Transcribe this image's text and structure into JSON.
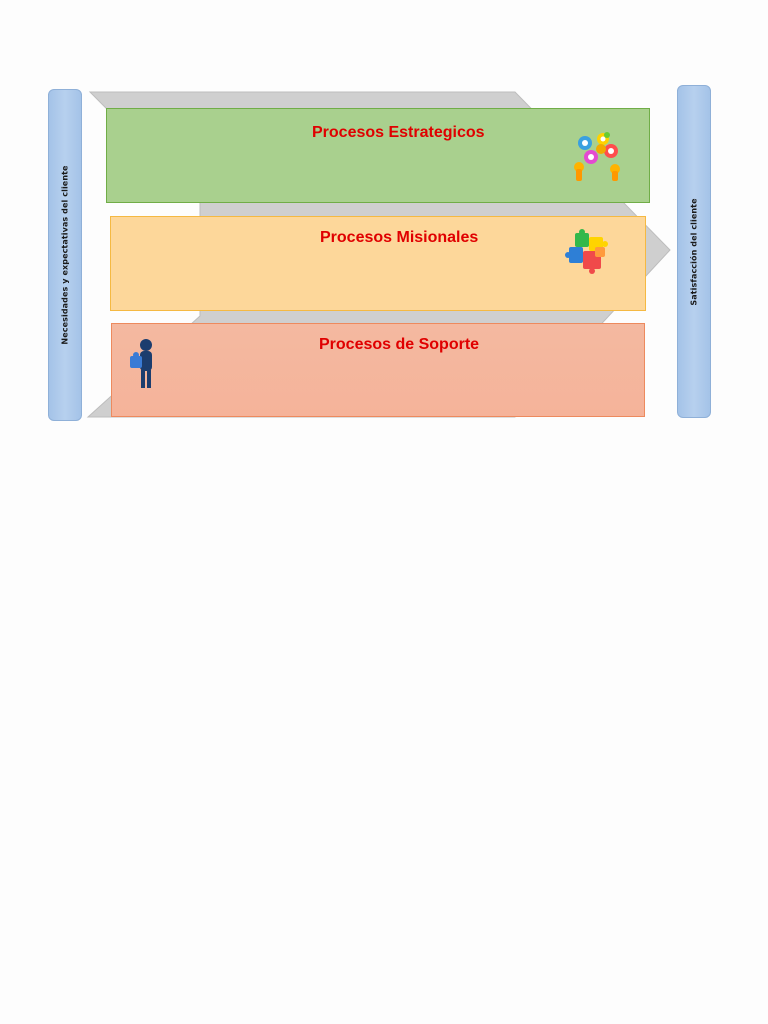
{
  "diagram": {
    "left_bar": {
      "label": "Necesidades y expectativas del cliente"
    },
    "right_bar": {
      "label": "Satisfacción del cliente"
    },
    "boxes": [
      {
        "id": "estrategicos",
        "title": "Procesos Estrategicos",
        "icon": "gears-icon",
        "color": "#a9d08e"
      },
      {
        "id": "misionales",
        "title": "Procesos Misionales",
        "icon": "puzzle-icon",
        "color": "#fdd79a"
      },
      {
        "id": "soporte",
        "title": "Procesos de Soporte",
        "icon": "person-icon",
        "color": "#f4b9a0"
      }
    ],
    "title_color": "#e00000",
    "arrow_color": "#cfcfcf"
  }
}
